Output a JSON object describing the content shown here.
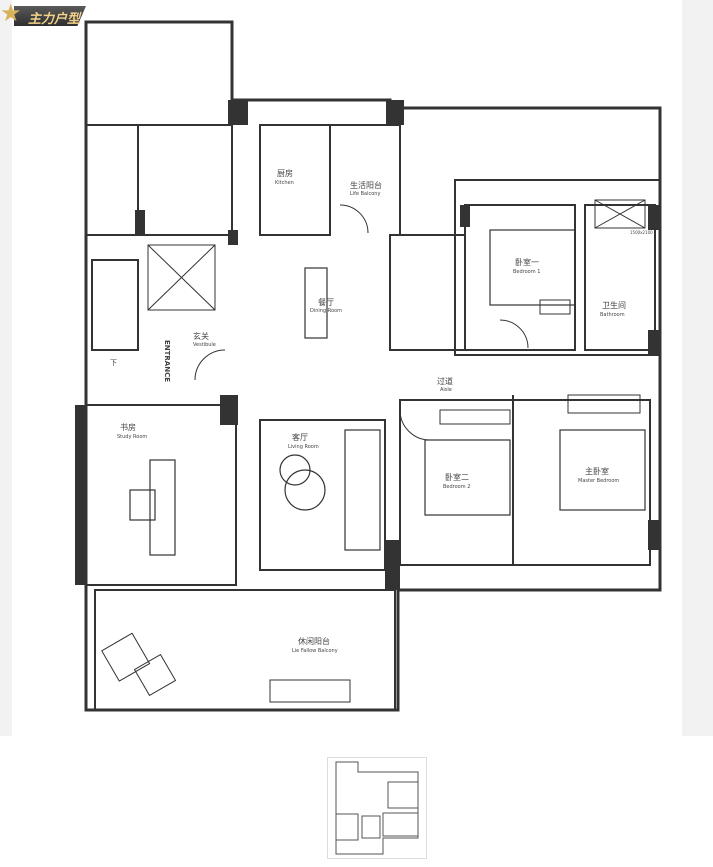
{
  "badge": {
    "label": "主力户型",
    "icon": "star-icon"
  },
  "rooms": {
    "kitchen": {
      "zh": "厨房",
      "en": "Kitchen"
    },
    "life_balcony": {
      "zh": "生活阳台",
      "en": "Life Balcony"
    },
    "dining": {
      "zh": "餐厅",
      "en": "Dining Room"
    },
    "bedroom1": {
      "zh": "卧室一",
      "en": "Bedroom 1"
    },
    "bathroom": {
      "zh": "卫生间",
      "en": "Bathroom"
    },
    "aisle": {
      "zh": "过道",
      "en": "Aisle"
    },
    "vestibule": {
      "zh": "玄关",
      "en": "Vestibule"
    },
    "study": {
      "zh": "书房",
      "en": "Study Room"
    },
    "living": {
      "zh": "客厅",
      "en": "Living Room"
    },
    "bedroom2": {
      "zh": "卧室二",
      "en": "Bedroom 2"
    },
    "master": {
      "zh": "主卧室",
      "en": "Master Bedroom"
    },
    "balcony": {
      "zh": "休闲阳台",
      "en": "Lie Fallow Balcony"
    }
  },
  "entrance": "ENTRANCE",
  "stairs_down": "下",
  "window_size": "1500x2100"
}
